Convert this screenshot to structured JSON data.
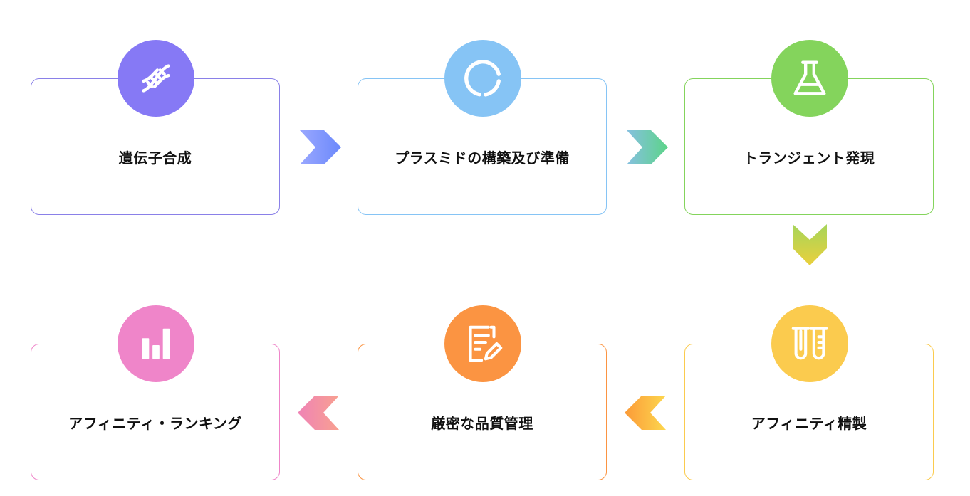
{
  "steps": [
    {
      "label": "遺伝子合成",
      "icon": "dna-icon",
      "color": "#8679f5"
    },
    {
      "label": "プラスミドの構築及び準備",
      "icon": "ring-icon",
      "color": "#86c4f5"
    },
    {
      "label": "トランジェント発現",
      "icon": "flask-icon",
      "color": "#84d45c"
    },
    {
      "label": "アフィニティ精製",
      "icon": "test-tubes-icon",
      "color": "#fbcb4e"
    },
    {
      "label": "厳密な品質管理",
      "icon": "document-edit-icon",
      "color": "#fb9442"
    },
    {
      "label": "アフィニティ・ランキング",
      "icon": "bar-chart-icon",
      "color": "#ef85c9"
    }
  ],
  "arrows": [
    {
      "from": "#8fa2ff",
      "to": "#6b8cfb"
    },
    {
      "from": "#83c2de",
      "to": "#5fd38a"
    },
    {
      "from": "#a4d45a",
      "to": "#e8cf3e"
    },
    {
      "from": "#fdd84e",
      "to": "#fb9a38"
    },
    {
      "from": "#ee85b5",
      "to": "#f7a08f"
    }
  ]
}
